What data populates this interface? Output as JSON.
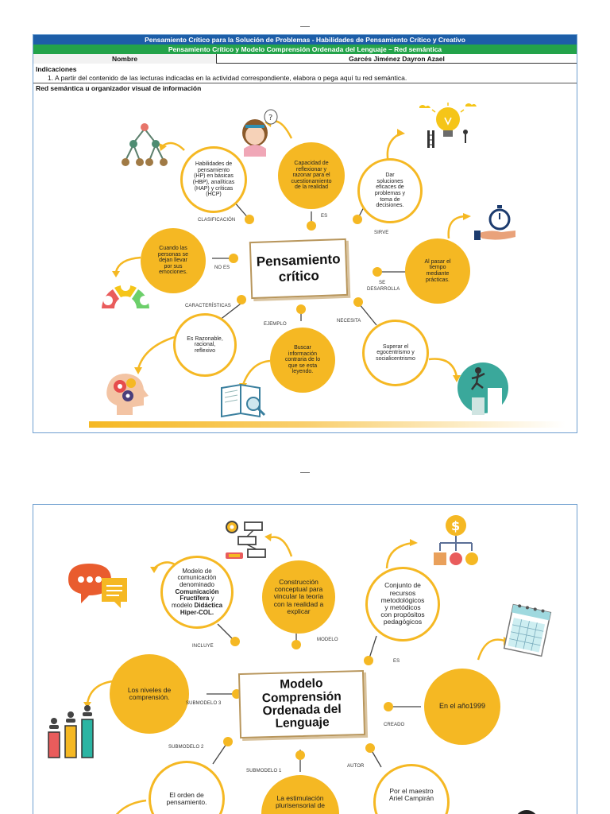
{
  "page1": {
    "header_blue": "Pensamiento Crítico para la Solución de Problemas - Habilidades de Pensamiento Crítico y Creativo",
    "header_green": "Pensamiento Crítico y Modelo Comprensión Ordenada del Lenguaje – Red semántica",
    "name_label": "Nombre",
    "name_value": "Garcés Jiménez Dayron Azael",
    "indicaciones_title": "Indicaciones",
    "indicaciones_text": "1.  A partir del contenido de las lecturas indicadas en la actividad correspondiente, elabora o pega aquí tu red semántica.",
    "red_title": "Red semántica u organizador visual de información",
    "center": [
      "Pensamiento",
      "crítico"
    ],
    "nodes": {
      "habilidades": [
        "Habilidades de",
        "pensamiento",
        "(HP) en básicas",
        "(HBP), analíticas",
        "(HAP) y críticas",
        "(HCP)"
      ],
      "capacidad": [
        "Capacidad de",
        "reflexionar y",
        "razonar para el",
        "cuestionamiento",
        "de la realidad"
      ],
      "dar": [
        "Dar",
        "soluciones",
        "eficaces de",
        "problemas y",
        "toma de",
        "decisiones."
      ],
      "cuando": [
        "Cuando las",
        "personas se",
        "dejan llevar",
        "por sus",
        "emociones."
      ],
      "alpasar": [
        "Al pasar el",
        "tiempo",
        "mediante",
        "prácticas."
      ],
      "razonable": [
        "Es Razonable,",
        "racional,",
        "reflexivo"
      ],
      "buscar": [
        "Buscar",
        "información",
        "contraria de lo",
        "que se esta",
        "leyendo."
      ],
      "superar": [
        "Superar el",
        "egocentrismo y",
        "socialicentrismo"
      ]
    },
    "links": {
      "clasificacion": "CLASIFICACIÓN",
      "es": "ES",
      "sirve": "SIRVE",
      "no_es": "NO ES",
      "se": "SE",
      "desarrolla": "DESARROLLA",
      "caracteristicas": "CARACTERÍSTICAS",
      "ejemplo": "EJEMPLO",
      "necesita": "NECESITA"
    }
  },
  "page2": {
    "center": [
      "Modelo",
      "Comprensión",
      "Ordenada del",
      "Lenguaje"
    ],
    "nodes": {
      "modelo": [
        "Modelo de",
        "comunicación",
        "denominado"
      ],
      "modelo_bold1": "Comunicación",
      "modelo_bold2": "Fructífera",
      "modelo_mid": "y",
      "modelo_mid2": "modelo",
      "modelo_bold3": "Didáctica",
      "modelo_bold4": "Hiper-COL.",
      "construccion": [
        "Construcción",
        "conceptual para",
        "vincular la teoría",
        "con la realidad a",
        "explicar"
      ],
      "conjunto": [
        "Conjunto de",
        "recursos",
        "metodológicos",
        "y metódicos",
        "con propósitos",
        "pedagógicos"
      ],
      "niveles": [
        "Los niveles de",
        "comprensión."
      ],
      "anio": "En el año1999",
      "orden": [
        "El orden de",
        "pensamiento."
      ],
      "estimulacion": [
        "La estimulación",
        "plurisensorial de"
      ],
      "maestro": [
        "Por el maestro",
        "Ariel Campirán"
      ]
    },
    "links": {
      "incluye": "INCLUYE",
      "modelo": "MODELO",
      "es": "ES",
      "submodelo3": "SUBMODELO 3",
      "creado": "CREADO",
      "submodelo2": "SUBMODELO 2",
      "submodelo1": "SUBMODELO 1",
      "autor": "AUTOR"
    }
  },
  "colors": {
    "accent": "#f5b823",
    "header_blue": "#1d5ea8",
    "header_green": "#23a34a",
    "frame": "#b8965c"
  },
  "icons": [
    "hierarchy-tree-icon",
    "thinking-girl-icon",
    "idea-bulb-people-icon",
    "emotion-gauge-icon",
    "hand-stopwatch-icon",
    "gears-head-icon",
    "open-book-magnifier-icon",
    "climbing-person-icon",
    "settings-flowchart-icon",
    "money-diagram-icon",
    "chat-bubbles-icon",
    "calendar-icon",
    "people-bar-chart-icon"
  ]
}
